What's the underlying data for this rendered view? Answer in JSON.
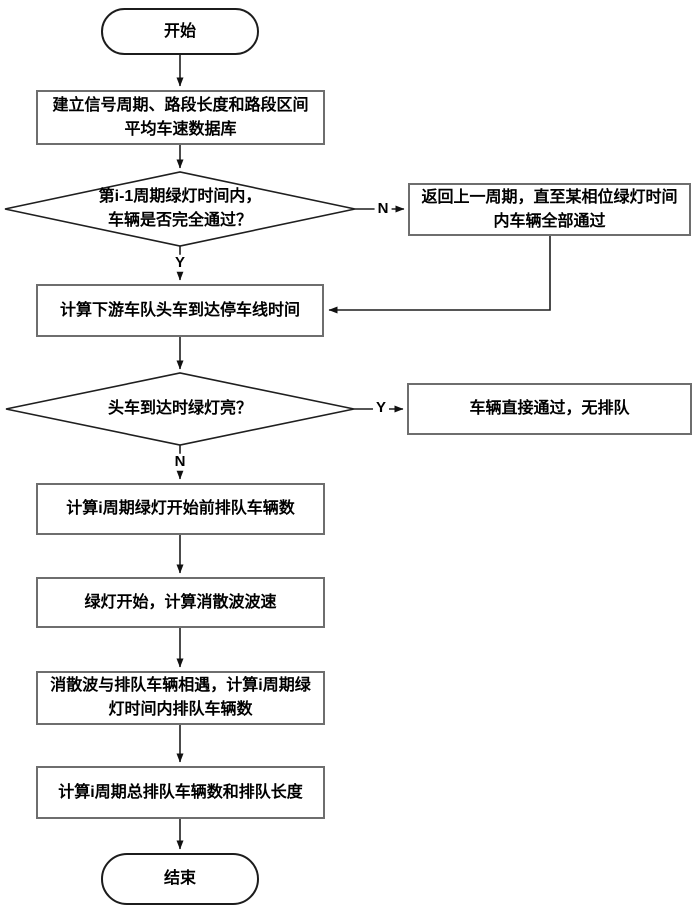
{
  "flowchart": {
    "nodes": {
      "start": {
        "label": "开始"
      },
      "build_db": {
        "lines": [
          "建立信号周期、路段长度和路段区间",
          "平均车速数据库"
        ]
      },
      "decision_prev_cycle": {
        "lines": [
          "第i-1周期绿灯时间内，",
          "车辆是否完全通过？"
        ]
      },
      "return_prev_cycle": {
        "lines": [
          "返回上一周期，直至某相位绿灯时间",
          "内车辆全部通过"
        ]
      },
      "calc_arrival_time": {
        "label": "计算下游车队头车到达停车线时间"
      },
      "decision_green_on_arrival": {
        "label": "头车到达时绿灯亮？"
      },
      "pass_no_queue": {
        "label": "车辆直接通过，无排队"
      },
      "calc_queue_before_green": {
        "label": "计算i周期绿灯开始前排队车辆数"
      },
      "green_start_wave_speed": {
        "label": "绿灯开始，计算消散波波速"
      },
      "wave_meets_queue": {
        "lines": [
          "消散波与排队车辆相遇，计算i周期绿",
          "灯时间内排队车辆数"
        ]
      },
      "calc_total_queue": {
        "label": "计算i周期总排队车辆数和排队长度"
      },
      "end": {
        "label": "结束"
      }
    },
    "edge_labels": {
      "d1_no": "N",
      "d1_yes": "Y",
      "d2_yes": "Y",
      "d2_no": "N"
    },
    "colors": {
      "background": "#ffffff",
      "box_border": "#6e6e6e",
      "terminal_border": "#1c1c1c",
      "line": "#1f1f1f",
      "text": "#000000"
    }
  }
}
